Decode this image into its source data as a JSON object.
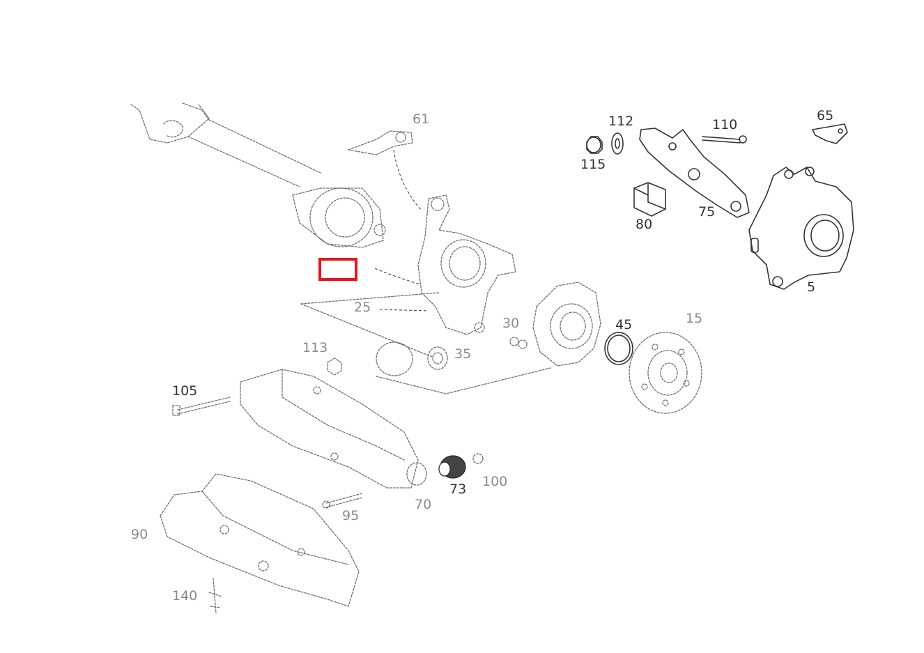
{
  "diagram": {
    "colors": {
      "line": "#333333",
      "highlight": "#e8141b",
      "background": "#ffffff"
    },
    "callouts": {
      "c112": "112",
      "c110": "110",
      "c65": "65",
      "c115": "115",
      "c75": "75",
      "c80": "80",
      "c5": "5",
      "c45": "45",
      "c105": "105",
      "c73": "73"
    },
    "highlighted_callout": "",
    "faint_callouts": {
      "f61": "61",
      "f25": "25",
      "f30": "30",
      "f15": "15",
      "f113": "113",
      "f35": "35",
      "f100": "100",
      "f70": "70",
      "f90": "90",
      "f95": "95",
      "f140": "140"
    }
  }
}
